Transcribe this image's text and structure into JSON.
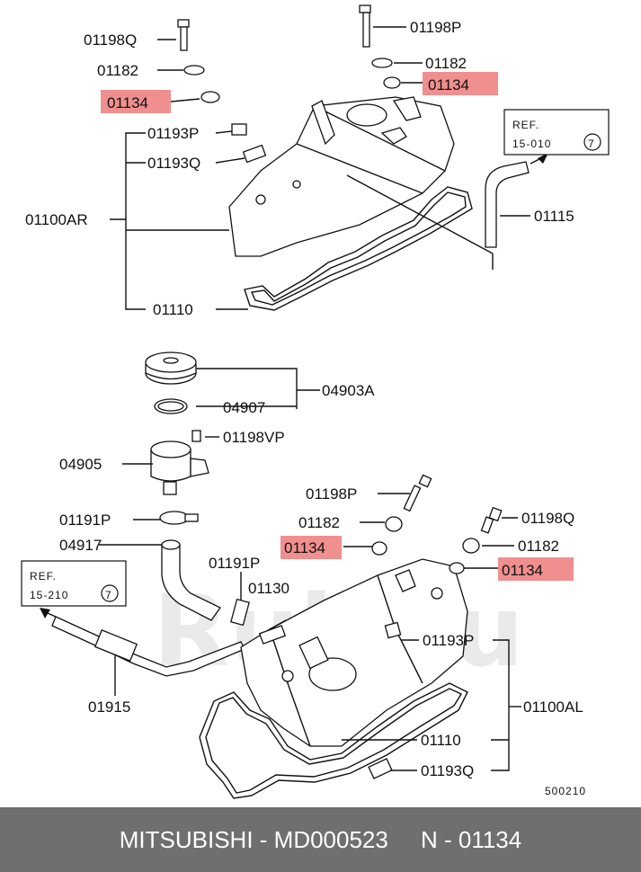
{
  "labels": {
    "l01198Q_top": "01198Q",
    "l01182_top_left": "01182",
    "l01134_top_left": "01134",
    "l01198P_top": "01198P",
    "l01182_top_right": "01182",
    "l01134_top_right": "01134",
    "l01193P_top": "01193P",
    "l01193Q_top": "01193Q",
    "l01100AR": "01100AR",
    "l01110_top": "01110",
    "l01115": "01115",
    "l04903A": "04903A",
    "l04907": "04907",
    "l01198VP": "01198VP",
    "l04905": "04905",
    "l01191P_left": "01191P",
    "l04917": "04917",
    "l01191P_mid": "01191P",
    "l01130": "01130",
    "l01198P_mid": "01198P",
    "l01182_mid": "01182",
    "l01134_mid": "01134",
    "l01198Q_right": "01198Q",
    "l01182_right": "01182",
    "l01134_right": "01134",
    "l01193P_bottom": "01193P",
    "l01100AL": "01100AL",
    "l01110_bottom": "01110",
    "l01193Q_bottom": "01193Q",
    "l01915": "01915",
    "diagram_code": "500210"
  },
  "refs": {
    "ref_top_line1": "REF.",
    "ref_top_line2": "15-010",
    "ref_top_num": "7",
    "ref_left_line1": "REF.",
    "ref_left_line2": "15-210",
    "ref_left_num": "7"
  },
  "watermark": "Rull.ru",
  "footer": "MITSUBISHI - MD000523     N - 01134",
  "colors": {
    "highlight": "#f08f8f",
    "footer_bg": "#6f6f6f",
    "footer_text": "#ffffff"
  }
}
